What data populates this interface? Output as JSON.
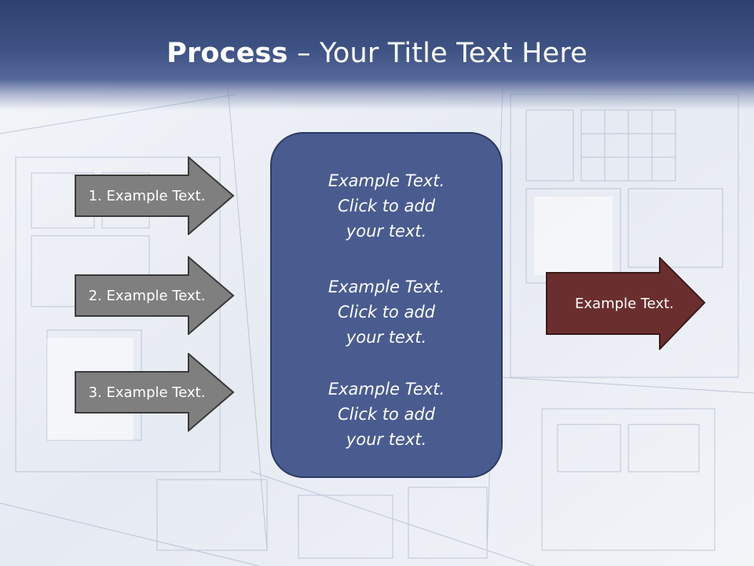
{
  "slide": {
    "title_strong": "Process",
    "title_rest": " – Your Title Text Here"
  },
  "inputs": [
    {
      "label": "1. Example Text."
    },
    {
      "label": "2. Example Text."
    },
    {
      "label": "3. Example Text."
    }
  ],
  "center_blocks": [
    {
      "line1": "Example Text.",
      "line2": "Click  to add",
      "line3": "your text."
    },
    {
      "line1": "Example Text.",
      "line2": "Click  to add",
      "line3": "your text."
    },
    {
      "line1": "Example Text.",
      "line2": "Click  to add",
      "line3": "your text."
    }
  ],
  "output": {
    "label": "Example Text."
  },
  "colors": {
    "header": "#3e5283",
    "input_arrow": "#7f7f7f",
    "center_box": "#4a5b8f",
    "output_arrow": "#6b2e2e"
  },
  "background_image": "architectural-blueprint-image"
}
